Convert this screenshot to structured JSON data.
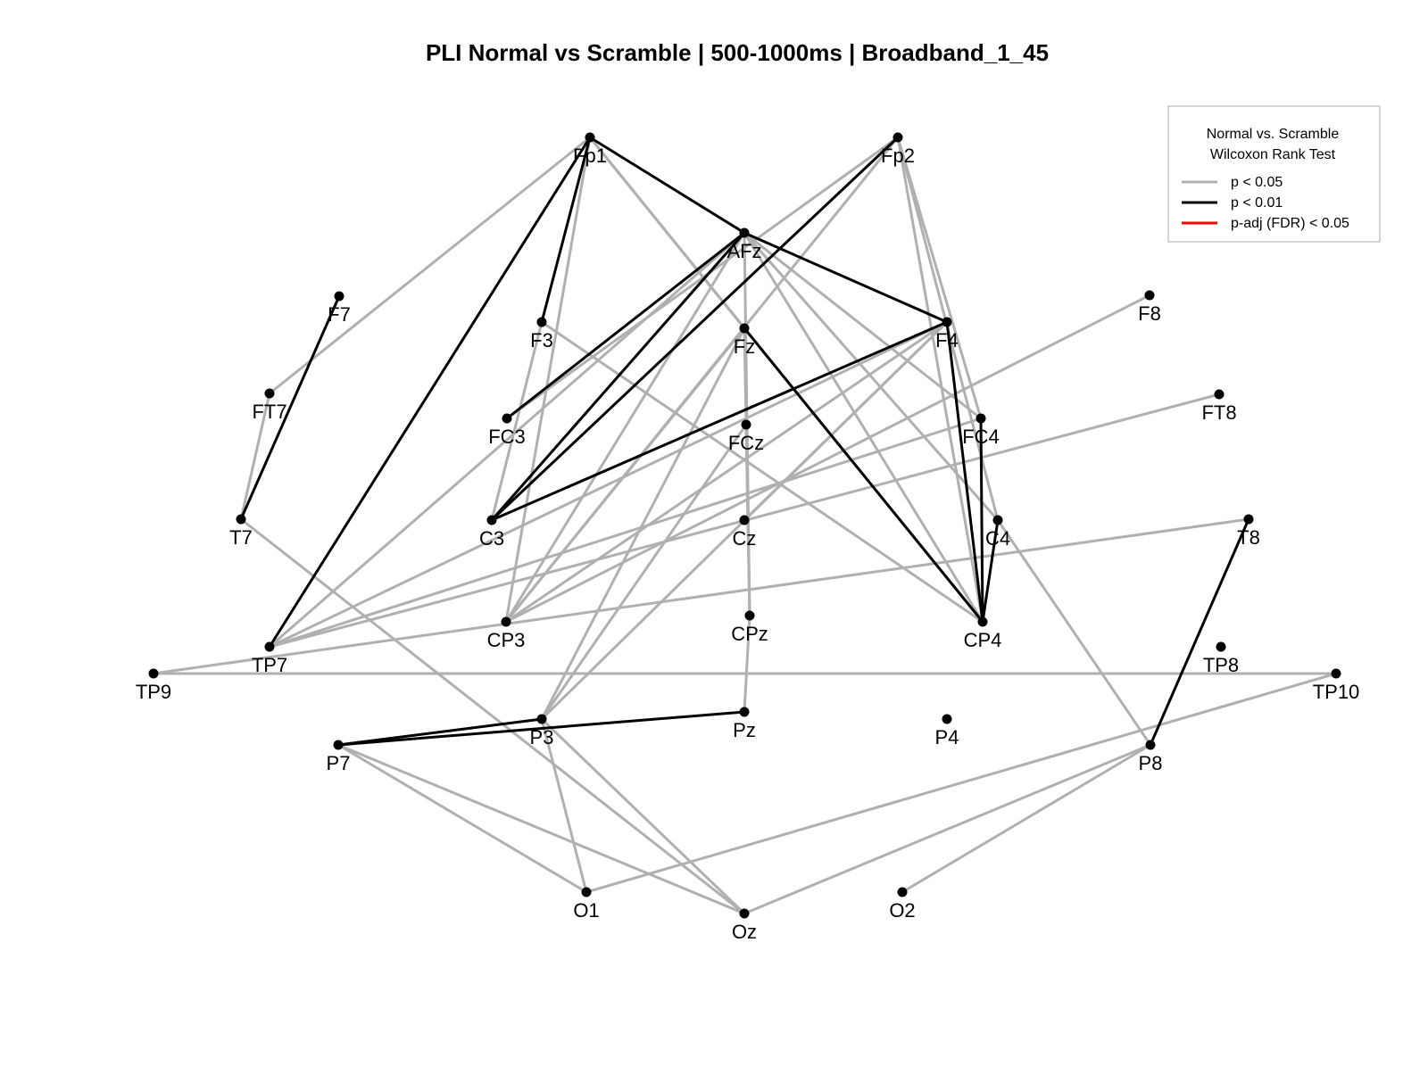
{
  "title": "PLI Normal vs Scramble | 500-1000ms |  Broadband_1_45",
  "legend": {
    "title_line1": "Normal vs. Scramble",
    "title_line2": "Wilcoxon Rank Test",
    "items": [
      {
        "label": "p < 0.05",
        "color": "#b0b0b0"
      },
      {
        "label": "p < 0.01",
        "color": "#000000"
      },
      {
        "label": "p-adj (FDR) < 0.05",
        "color": "#ff0000"
      }
    ]
  },
  "colors": {
    "gray": "#b0b0b0",
    "black": "#000000",
    "red": "#ff0000",
    "node": "#000000"
  },
  "nodes": [
    "Fp1",
    "Fp2",
    "AFz",
    "F7",
    "F3",
    "Fz",
    "F4",
    "F8",
    "FT7",
    "FC3",
    "FCz",
    "FC4",
    "FT8",
    "T7",
    "C3",
    "Cz",
    "C4",
    "T8",
    "TP9",
    "TP7",
    "CP3",
    "CPz",
    "CP4",
    "TP8",
    "TP10",
    "P7",
    "P3",
    "Pz",
    "P4",
    "P8",
    "O1",
    "Oz",
    "O2"
  ],
  "edges": [
    {
      "from": "Fp1",
      "to": "AFz",
      "sig": "p < 0.01"
    },
    {
      "from": "Fp1",
      "to": "F3",
      "sig": "p < 0.01"
    },
    {
      "from": "Fp1",
      "to": "TP7",
      "sig": "p < 0.01"
    },
    {
      "from": "Fp1",
      "to": "FT7",
      "sig": "p < 0.05"
    },
    {
      "from": "Fp1",
      "to": "CP3",
      "sig": "p < 0.05"
    },
    {
      "from": "Fp1",
      "to": "Fz",
      "sig": "p < 0.05"
    },
    {
      "from": "Fp1",
      "to": "CP4",
      "sig": "p < 0.05"
    },
    {
      "from": "Fp2",
      "to": "C3",
      "sig": "p < 0.01"
    },
    {
      "from": "Fp2",
      "to": "FC3",
      "sig": "p < 0.05"
    },
    {
      "from": "Fp2",
      "to": "CP3",
      "sig": "p < 0.05"
    },
    {
      "from": "Fp2",
      "to": "CP4",
      "sig": "p < 0.05"
    },
    {
      "from": "Fp2",
      "to": "C4",
      "sig": "p < 0.05"
    },
    {
      "from": "Fp2",
      "to": "FC4",
      "sig": "p < 0.05"
    },
    {
      "from": "AFz",
      "to": "F4",
      "sig": "p < 0.01"
    },
    {
      "from": "AFz",
      "to": "C3",
      "sig": "p < 0.01"
    },
    {
      "from": "AFz",
      "to": "CP3",
      "sig": "p < 0.05"
    },
    {
      "from": "AFz",
      "to": "CPz",
      "sig": "p < 0.05"
    },
    {
      "from": "AFz",
      "to": "CP4",
      "sig": "p < 0.05"
    },
    {
      "from": "AFz",
      "to": "C4",
      "sig": "p < 0.05"
    },
    {
      "from": "AFz",
      "to": "FC4",
      "sig": "p < 0.05"
    },
    {
      "from": "AFz",
      "to": "TP7",
      "sig": "p < 0.05"
    },
    {
      "from": "F7",
      "to": "T7",
      "sig": "p < 0.01"
    },
    {
      "from": "F3",
      "to": "C3",
      "sig": "p < 0.05"
    },
    {
      "from": "F3",
      "to": "CP4",
      "sig": "p < 0.05"
    },
    {
      "from": "Fz",
      "to": "CP4",
      "sig": "p < 0.01"
    },
    {
      "from": "Fz",
      "to": "CPz",
      "sig": "p < 0.05"
    },
    {
      "from": "Fz",
      "to": "CP3",
      "sig": "p < 0.05"
    },
    {
      "from": "Fz",
      "to": "P3",
      "sig": "p < 0.05"
    },
    {
      "from": "F4",
      "to": "C3",
      "sig": "p < 0.01"
    },
    {
      "from": "F4",
      "to": "CP4",
      "sig": "p < 0.01"
    },
    {
      "from": "F4",
      "to": "CP3",
      "sig": "p < 0.05"
    },
    {
      "from": "F4",
      "to": "TP7",
      "sig": "p < 0.05"
    },
    {
      "from": "F4",
      "to": "Cz",
      "sig": "p < 0.05"
    },
    {
      "from": "F4",
      "to": "P3",
      "sig": "p < 0.05"
    },
    {
      "from": "F8",
      "to": "CP3",
      "sig": "p < 0.05"
    },
    {
      "from": "FT7",
      "to": "T7",
      "sig": "p < 0.05"
    },
    {
      "from": "FC3",
      "to": "AFz",
      "sig": "p < 0.01"
    },
    {
      "from": "FCz",
      "to": "CPz",
      "sig": "p < 0.05"
    },
    {
      "from": "FCz",
      "to": "P3",
      "sig": "p < 0.05"
    },
    {
      "from": "FC4",
      "to": "CP4",
      "sig": "p < 0.01"
    },
    {
      "from": "FC4",
      "to": "TP7",
      "sig": "p < 0.05"
    },
    {
      "from": "FT8",
      "to": "TP7",
      "sig": "p < 0.05"
    },
    {
      "from": "T7",
      "to": "Oz",
      "sig": "p < 0.05"
    },
    {
      "from": "C4",
      "to": "CP4",
      "sig": "p < 0.01"
    },
    {
      "from": "C4",
      "to": "P8",
      "sig": "p < 0.05"
    },
    {
      "from": "T8",
      "to": "P8",
      "sig": "p < 0.01"
    },
    {
      "from": "T8",
      "to": "TP9",
      "sig": "p < 0.05"
    },
    {
      "from": "TP9",
      "to": "TP10",
      "sig": "p < 0.05"
    },
    {
      "from": "TP10",
      "to": "O1",
      "sig": "p < 0.05"
    },
    {
      "from": "CPz",
      "to": "Pz",
      "sig": "p < 0.05"
    },
    {
      "from": "P7",
      "to": "P3",
      "sig": "p < 0.01"
    },
    {
      "from": "P7",
      "to": "Pz",
      "sig": "p < 0.01"
    },
    {
      "from": "P7",
      "to": "O1",
      "sig": "p < 0.05"
    },
    {
      "from": "P7",
      "to": "Oz",
      "sig": "p < 0.05"
    },
    {
      "from": "P3",
      "to": "O1",
      "sig": "p < 0.05"
    },
    {
      "from": "P3",
      "to": "Oz",
      "sig": "p < 0.05"
    },
    {
      "from": "P8",
      "to": "Oz",
      "sig": "p < 0.05"
    },
    {
      "from": "P8",
      "to": "O2",
      "sig": "p < 0.05"
    }
  ]
}
